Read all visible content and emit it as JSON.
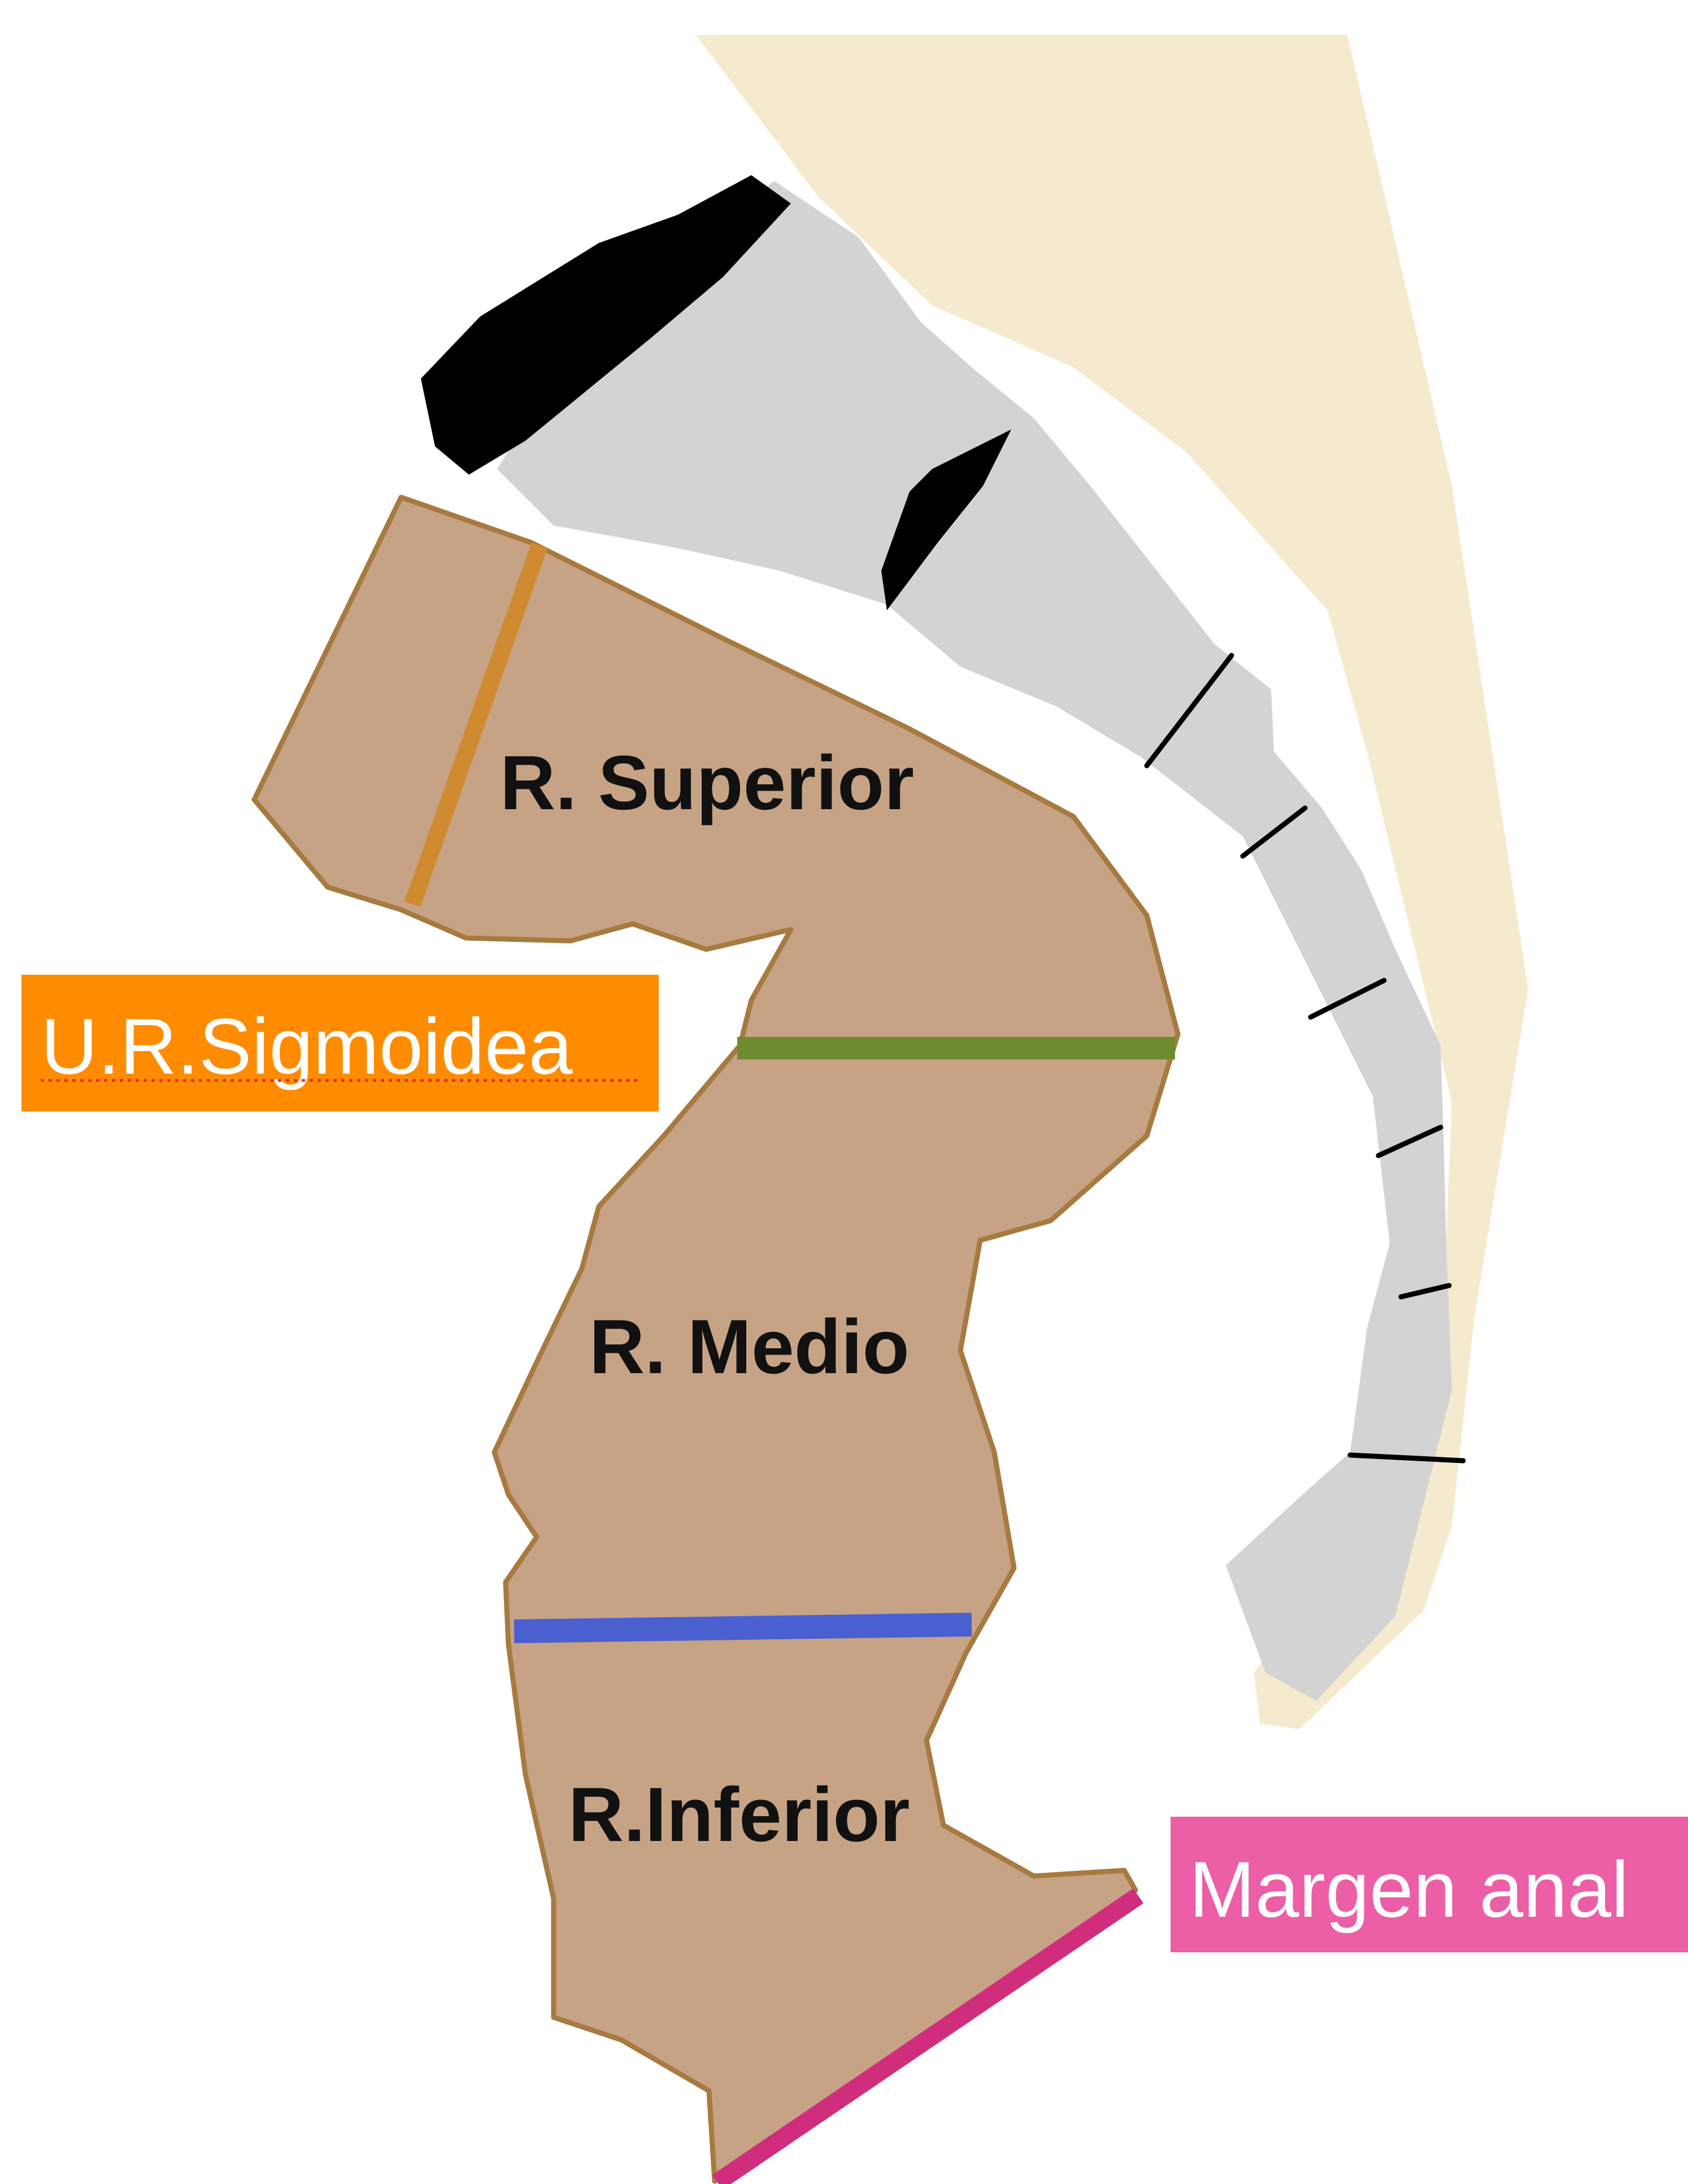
{
  "labels": {
    "upper_rectum": "R. Superior",
    "middle_rectum": "R. Medio",
    "lower_rectum": "R.Inferior",
    "rectosigmoid_junction": "U.R.Sigmoidea",
    "anal_margin": "Margen anal"
  },
  "colors": {
    "rectum_fill": "#C7A385",
    "rectum_stroke": "#A77A40",
    "sacrum_fill": "#F5EACD",
    "vertebra_fill": "#D3D3D3",
    "vertebra_dark": "#000000",
    "sigmoid_line": "#D08A30",
    "junction_line": "#6E8B30",
    "middle_lower_line": "#4A5FD0",
    "anal_margin_line": "#D02E7D",
    "junction_tag_bg": "#FF8C00",
    "anal_tag_bg": "#EC5FA6"
  }
}
